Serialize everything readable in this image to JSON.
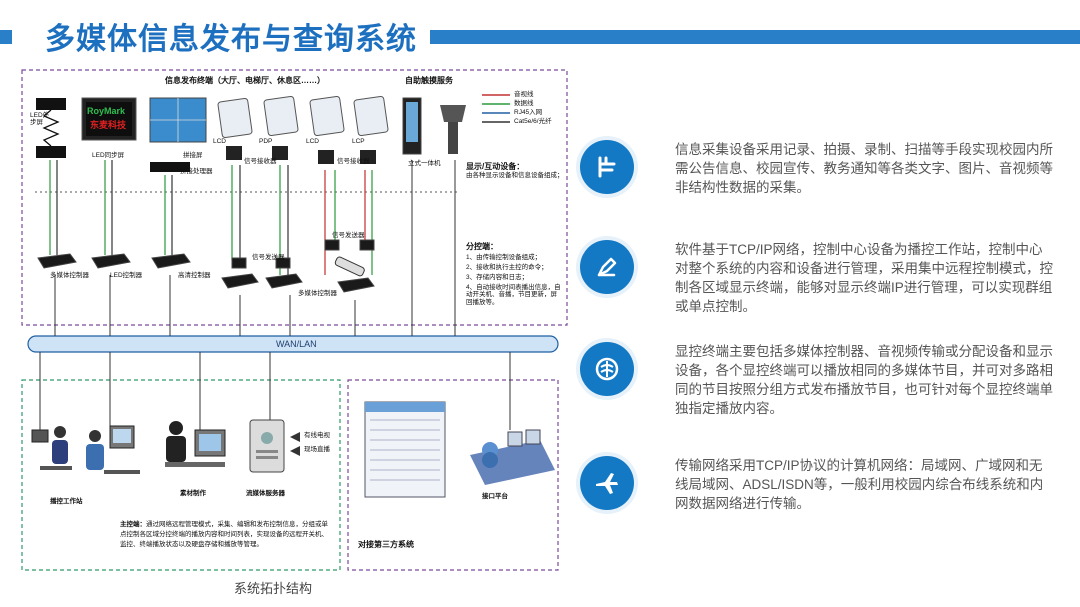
{
  "title": "多媒体信息发布与查询系统",
  "colors": {
    "accent": "#1479c4",
    "title": "#1d6fbf",
    "bar": "#2a7fc9"
  },
  "diagram": {
    "top_heading": "信息发布终端（大厅、电梯厅、休息区……）",
    "self_service_heading": "自助触摸服务",
    "legend": [
      "音视线",
      "数据线",
      "RJ45入网",
      "Cat5e/6/光纤"
    ],
    "led_module": "LED外\n步屏",
    "roymark_line1": "RoyMark",
    "roymark_line2": "东麦科技",
    "led_sync": "LED同步屏",
    "splice_screen": "拼接屏",
    "splice_processor": "拼接处理器",
    "lcd1": "LCD",
    "pdp": "PDP",
    "lcd2": "LCD",
    "lcp": "LCP",
    "signal_receiver1": "信号接收器",
    "signal_receiver2": "信号接收器",
    "kiosk": "立式一体机",
    "display_label": "显示/互动设备：",
    "display_desc": "由各种显示设备和信息设备组成；",
    "sub_control_title": "分控端：",
    "sub_control_items": [
      "1、由传输控制设备组成；",
      "2、接收和执行主控的命令；",
      "3、存储内容和日志；",
      "4、自动接收时间表播出信息，自动开关机、音播，节目更新，屏回播放等。"
    ],
    "signal_sender1": "信号发送器",
    "signal_sender2": "信号发送器",
    "ctrl_multimedia": "多媒体控制器",
    "ctrl_led": "LED控制器",
    "ctrl_hd": "高清控制器",
    "ctrl_multimedia2": "多媒体控制器",
    "network_label": "WAN/LAN",
    "workstation": "播控工作站",
    "material": "素材制作",
    "media_server": "流媒体服务器",
    "tv_input": "有线电视",
    "signal_input": "现场直播",
    "main_control_title": "主控端：",
    "main_control_desc": "通过网络远程管理模式，采集、编辑和发布控制信息，分组或单点控制各区域分控终端的播放内容和时间列表，实现设备的远程开关机、监控、终端播放状态以及硬盘存储和播放等管理。",
    "interface_platform": "接口平台",
    "third_party": "对接第三方系统",
    "caption": "系统拓扑结构"
  },
  "items": [
    {
      "icon": "information-collect-icon",
      "text": "信息采集设备采用记录、拍摄、录制、扫描等手段实现校园内所需公告信息、校园宣传、教务通知等各类文字、图片、音视频等非结构性数据的采集。"
    },
    {
      "icon": "pen-edit-icon",
      "text": "软件基于TCP/IP网络，控制中心设备为播控工作站，控制中心对整个系统的内容和设备进行管理，采用集中远程控制模式，控制各区域显示终端，能够对显示终端IP进行管理，可以实现群组或单点控制。"
    },
    {
      "icon": "display-terminal-icon",
      "text": "显控终端主要包括多媒体控制器、音视频传输或分配设备和显示设备，各个显控终端可以播放相同的多媒体节目，并可对多路相同的节目按照分组方式发布播放节目，也可针对每个显控终端单独指定播放内容。"
    },
    {
      "icon": "airplane-icon",
      "text": "传输网络采用TCP/IP协议的计算机网络：局域网、广域网和无线局域网、ADSL/ISDN等，一般利用校园内综合布线系统和内网数据网络进行传输。"
    }
  ]
}
